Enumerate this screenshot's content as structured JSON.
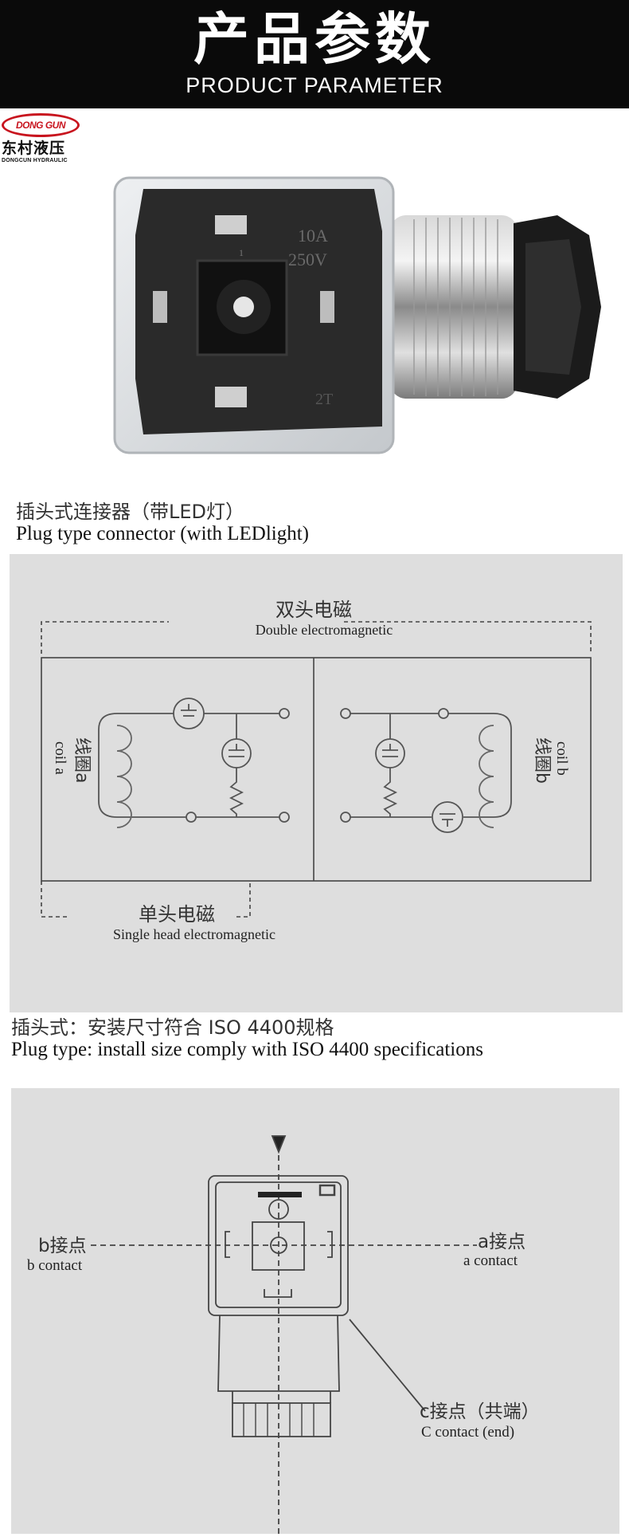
{
  "header": {
    "title_cn": "产品参数",
    "title_en": "PRODUCT PARAMETER"
  },
  "logo": {
    "mark": "DONG GUN",
    "name_cn": "东村液压",
    "name_en": "DONGCUN HYDRAULIC"
  },
  "photo": {
    "rating_current": "10A",
    "rating_voltage": "250V",
    "marking": "2T",
    "pin_label": "1"
  },
  "section1": {
    "caption_cn": "插头式连接器（带LED灯）",
    "caption_en": "Plug type connector (with LEDlight)",
    "double_cn": "双头电磁",
    "double_en": "Double electromagnetic",
    "coil_a_cn": "线圈a",
    "coil_a_en": "coil a",
    "coil_b_cn": "线圈b",
    "coil_b_en": "coil b",
    "single_cn": "单头电磁",
    "single_en": "Single head electromagnetic"
  },
  "section2": {
    "caption_cn": "插头式：安装尺寸符合 ISO 4400规格",
    "caption_en": "Plug type: install size comply with ISO 4400 specifications",
    "b_cn": "b接点",
    "b_en": "b contact",
    "a_cn": "a接点",
    "a_en": "a contact",
    "c_cn": "c接点（共端）",
    "c_en": "C contact (end)"
  },
  "colors": {
    "header_bg": "#0a0a0a",
    "panel_bg": "#dedede",
    "logo_red": "#c8141e"
  }
}
